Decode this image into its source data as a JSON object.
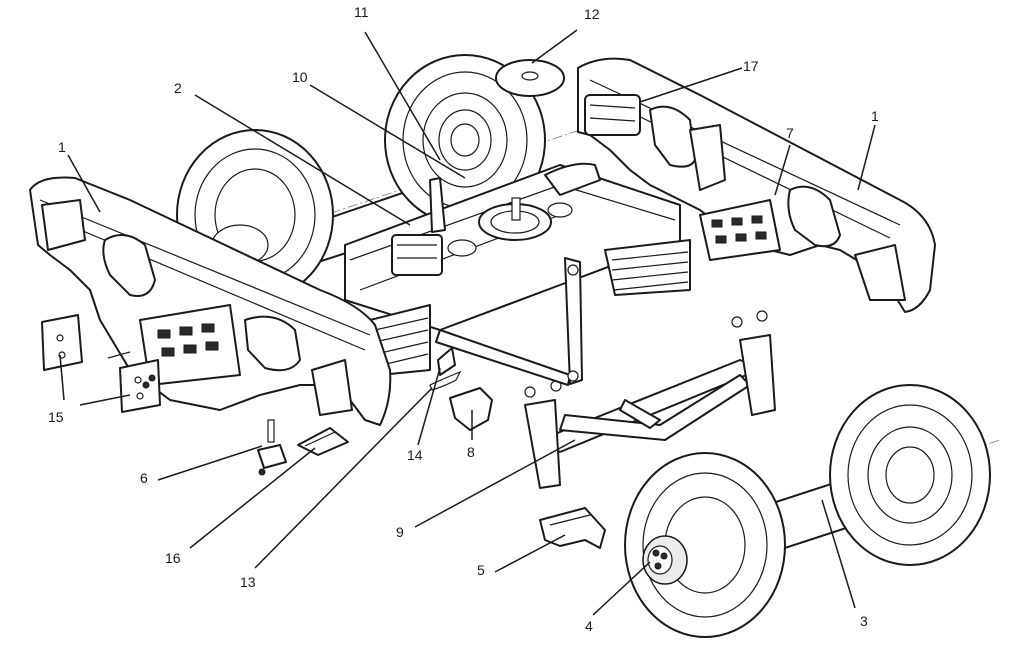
{
  "callouts": [
    {
      "id": "c1a",
      "label": "1"
    },
    {
      "id": "c1b",
      "label": "1"
    },
    {
      "id": "c2",
      "label": "2"
    },
    {
      "id": "c3",
      "label": "3"
    },
    {
      "id": "c4",
      "label": "4"
    },
    {
      "id": "c5",
      "label": "5"
    },
    {
      "id": "c6",
      "label": "6"
    },
    {
      "id": "c7",
      "label": "7"
    },
    {
      "id": "c8",
      "label": "8"
    },
    {
      "id": "c9",
      "label": "9"
    },
    {
      "id": "c10",
      "label": "10"
    },
    {
      "id": "c11",
      "label": "11"
    },
    {
      "id": "c12",
      "label": "12"
    },
    {
      "id": "c13",
      "label": "13"
    },
    {
      "id": "c14",
      "label": "14"
    },
    {
      "id": "c15",
      "label": "15"
    },
    {
      "id": "c16",
      "label": "16"
    },
    {
      "id": "c17",
      "label": "17"
    }
  ]
}
